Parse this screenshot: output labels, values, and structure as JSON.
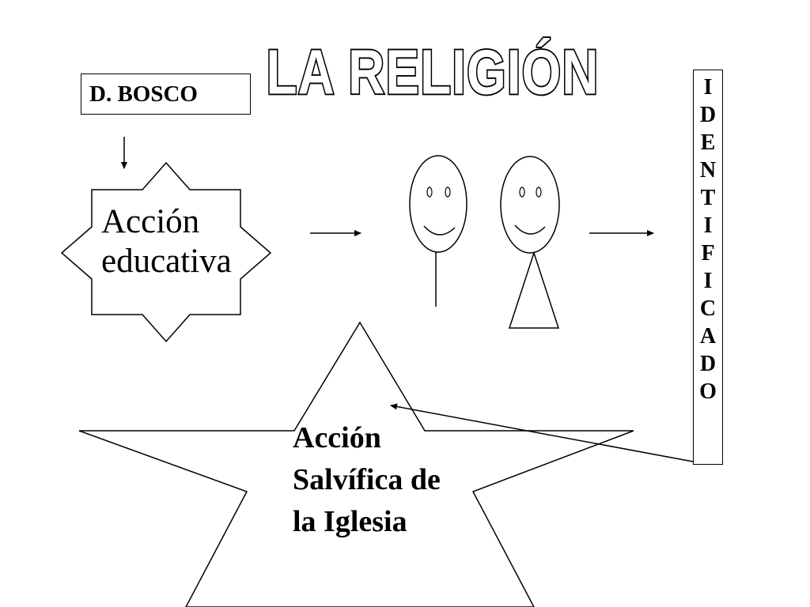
{
  "title": "LA RELIGIÓN",
  "source_box": {
    "label": "D. BOSCO"
  },
  "process": {
    "line1": "Acción",
    "line2": "educativa"
  },
  "vertical_word": {
    "letters": [
      "I",
      "D",
      "E",
      "N",
      "T",
      "I",
      "F",
      "I",
      "C",
      "A",
      "D",
      "O"
    ]
  },
  "goal": {
    "line1": "Acción",
    "line2": "Salvífica de",
    "line3": "la Iglesia"
  },
  "icons": {
    "person_1": "stick-figure-male-icon",
    "person_2": "stick-figure-female-icon"
  },
  "colors": {
    "ink": "#000000",
    "paper": "#ffffff"
  }
}
